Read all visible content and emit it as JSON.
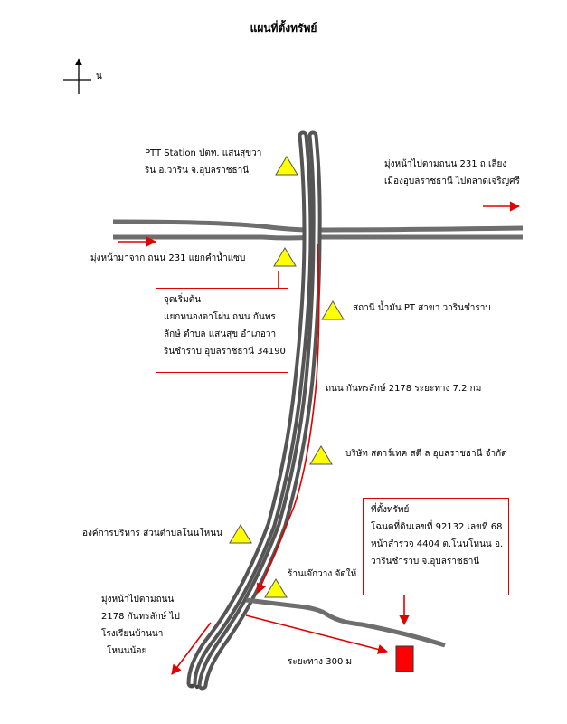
{
  "title": "แผนที่ตั้งทรัพย์",
  "north_label": "น",
  "colors": {
    "road": "#808080",
    "road_edge": "#555555",
    "route": "#e00000",
    "marker": "#ffff00",
    "property": "#ff0000"
  },
  "labels": {
    "ptt_line1": "PTT Station ปตท. แสนสุขวา",
    "ptt_line2": "ริน อ.วาริน จ.อุบลราชธานี",
    "east_line1": "มุ่งหน้าไปตามถนน 231 ถ.เลี่ยง",
    "east_line2": "เมืองอุบลราชธานี ไปตลาดเจริญศรี",
    "from_west": "มุ่งหน้ามาจาก ถนน 231 แยกคำน้ำแซบ",
    "pt_station": "สถานี น้ำมัน PT สาขา วารินชำราบ",
    "road_distance": "ถนน กันทรลักษ์ 2178 ระยะทาง 7.2 กม",
    "company": "บริษัท สตาร์เทค สตี ล อุบลราชธานี จำกัด",
    "sao": "องค์การบริหาร ส่วนตำบลโนนโหนน",
    "shop": "ร้านเจ๊กวาง จัดให้",
    "south_line1": "มุ่งหน้าไปตามถนน",
    "south_line2": "2178 กันทรลักษ์ ไป",
    "south_line3": "โรงเรียนบ้านนา",
    "south_line4": "โหนนน้อย",
    "distance_300": "ระยะทาง 300 ม"
  },
  "start_box": {
    "line1": "จุดเริ่มต้น",
    "line2": "แยกหนองตาโผ่น ถนน กันทร",
    "line3": "ลักษ์ ตำบล แสนสุข อำเภอวา",
    "line4": "รินชำราบ อุบลราชธานี 34190"
  },
  "property_box": {
    "line1": "ที่ตั้งทรัพย์",
    "line2": "โฉนดที่ดินเลขที่ 92132 เลขที่ 68",
    "line3": "หน้าสำรวจ 4404 ต.โนนโหนน อ.",
    "line4": "วารินชำราบ จ.อุบลราชธานี"
  }
}
